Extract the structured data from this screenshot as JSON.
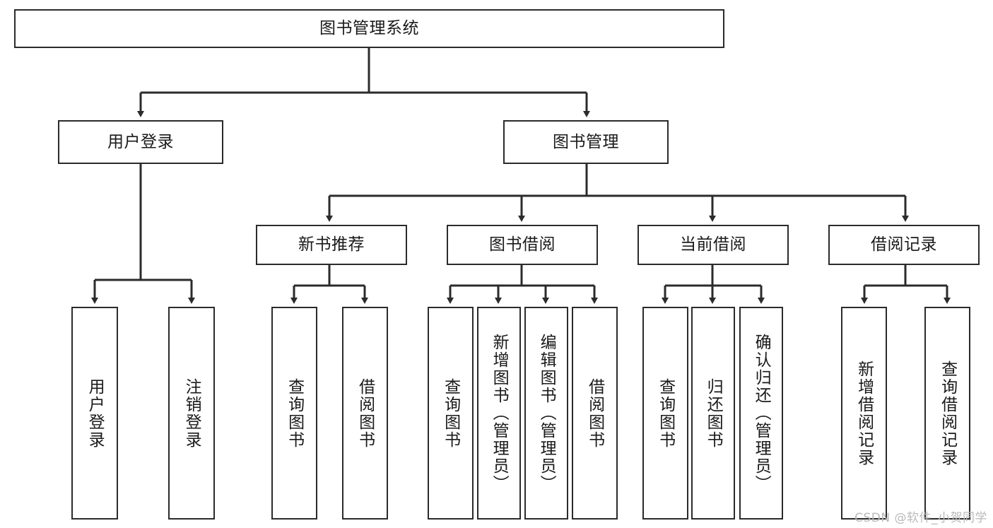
{
  "diagram": {
    "title": "图书管理系统",
    "type": "hierarchy-tree",
    "root": {
      "id": "root",
      "label": "图书管理系统"
    },
    "level2": [
      {
        "id": "user-login",
        "label": "用户登录"
      },
      {
        "id": "book-management",
        "label": "图书管理"
      }
    ],
    "level3": [
      {
        "id": "new-book-recommend",
        "label": "新书推荐",
        "parent": "book-management"
      },
      {
        "id": "book-borrow",
        "label": "图书借阅",
        "parent": "book-management"
      },
      {
        "id": "current-borrow",
        "label": "当前借阅",
        "parent": "book-management"
      },
      {
        "id": "borrow-record",
        "label": "借阅记录",
        "parent": "book-management"
      }
    ],
    "leaves": [
      {
        "id": "leaf-user-login",
        "label": "用户登录",
        "parent": "user-login"
      },
      {
        "id": "leaf-logout-login",
        "label": "注销登录",
        "parent": "user-login"
      },
      {
        "id": "leaf-query-book-1",
        "label": "查询图书",
        "parent": "new-book-recommend"
      },
      {
        "id": "leaf-borrow-book-1",
        "label": "借阅图书",
        "parent": "new-book-recommend"
      },
      {
        "id": "leaf-query-book-2",
        "label": "查询图书",
        "parent": "book-borrow"
      },
      {
        "id": "leaf-add-book",
        "label": "新增图书（管理员）",
        "parent": "book-borrow"
      },
      {
        "id": "leaf-edit-book",
        "label": "编辑图书（管理员）",
        "parent": "book-borrow"
      },
      {
        "id": "leaf-borrow-book-2",
        "label": "借阅图书",
        "parent": "book-borrow"
      },
      {
        "id": "leaf-query-book-3",
        "label": "查询图书",
        "parent": "current-borrow"
      },
      {
        "id": "leaf-return-book",
        "label": "归还图书",
        "parent": "current-borrow"
      },
      {
        "id": "leaf-confirm-return",
        "label": "确认归还（管理员）",
        "parent": "current-borrow"
      },
      {
        "id": "leaf-add-record",
        "label": "新增借阅记录",
        "parent": "borrow-record"
      },
      {
        "id": "leaf-query-record",
        "label": "查询借阅记录",
        "parent": "borrow-record"
      }
    ]
  },
  "watermark": {
    "text": "CSDN @软件_小贺同学"
  },
  "colors": {
    "border": "#2b2b2b",
    "background": "#ffffff",
    "text": "#1a1a1a",
    "watermark": "#b9b9b9"
  }
}
